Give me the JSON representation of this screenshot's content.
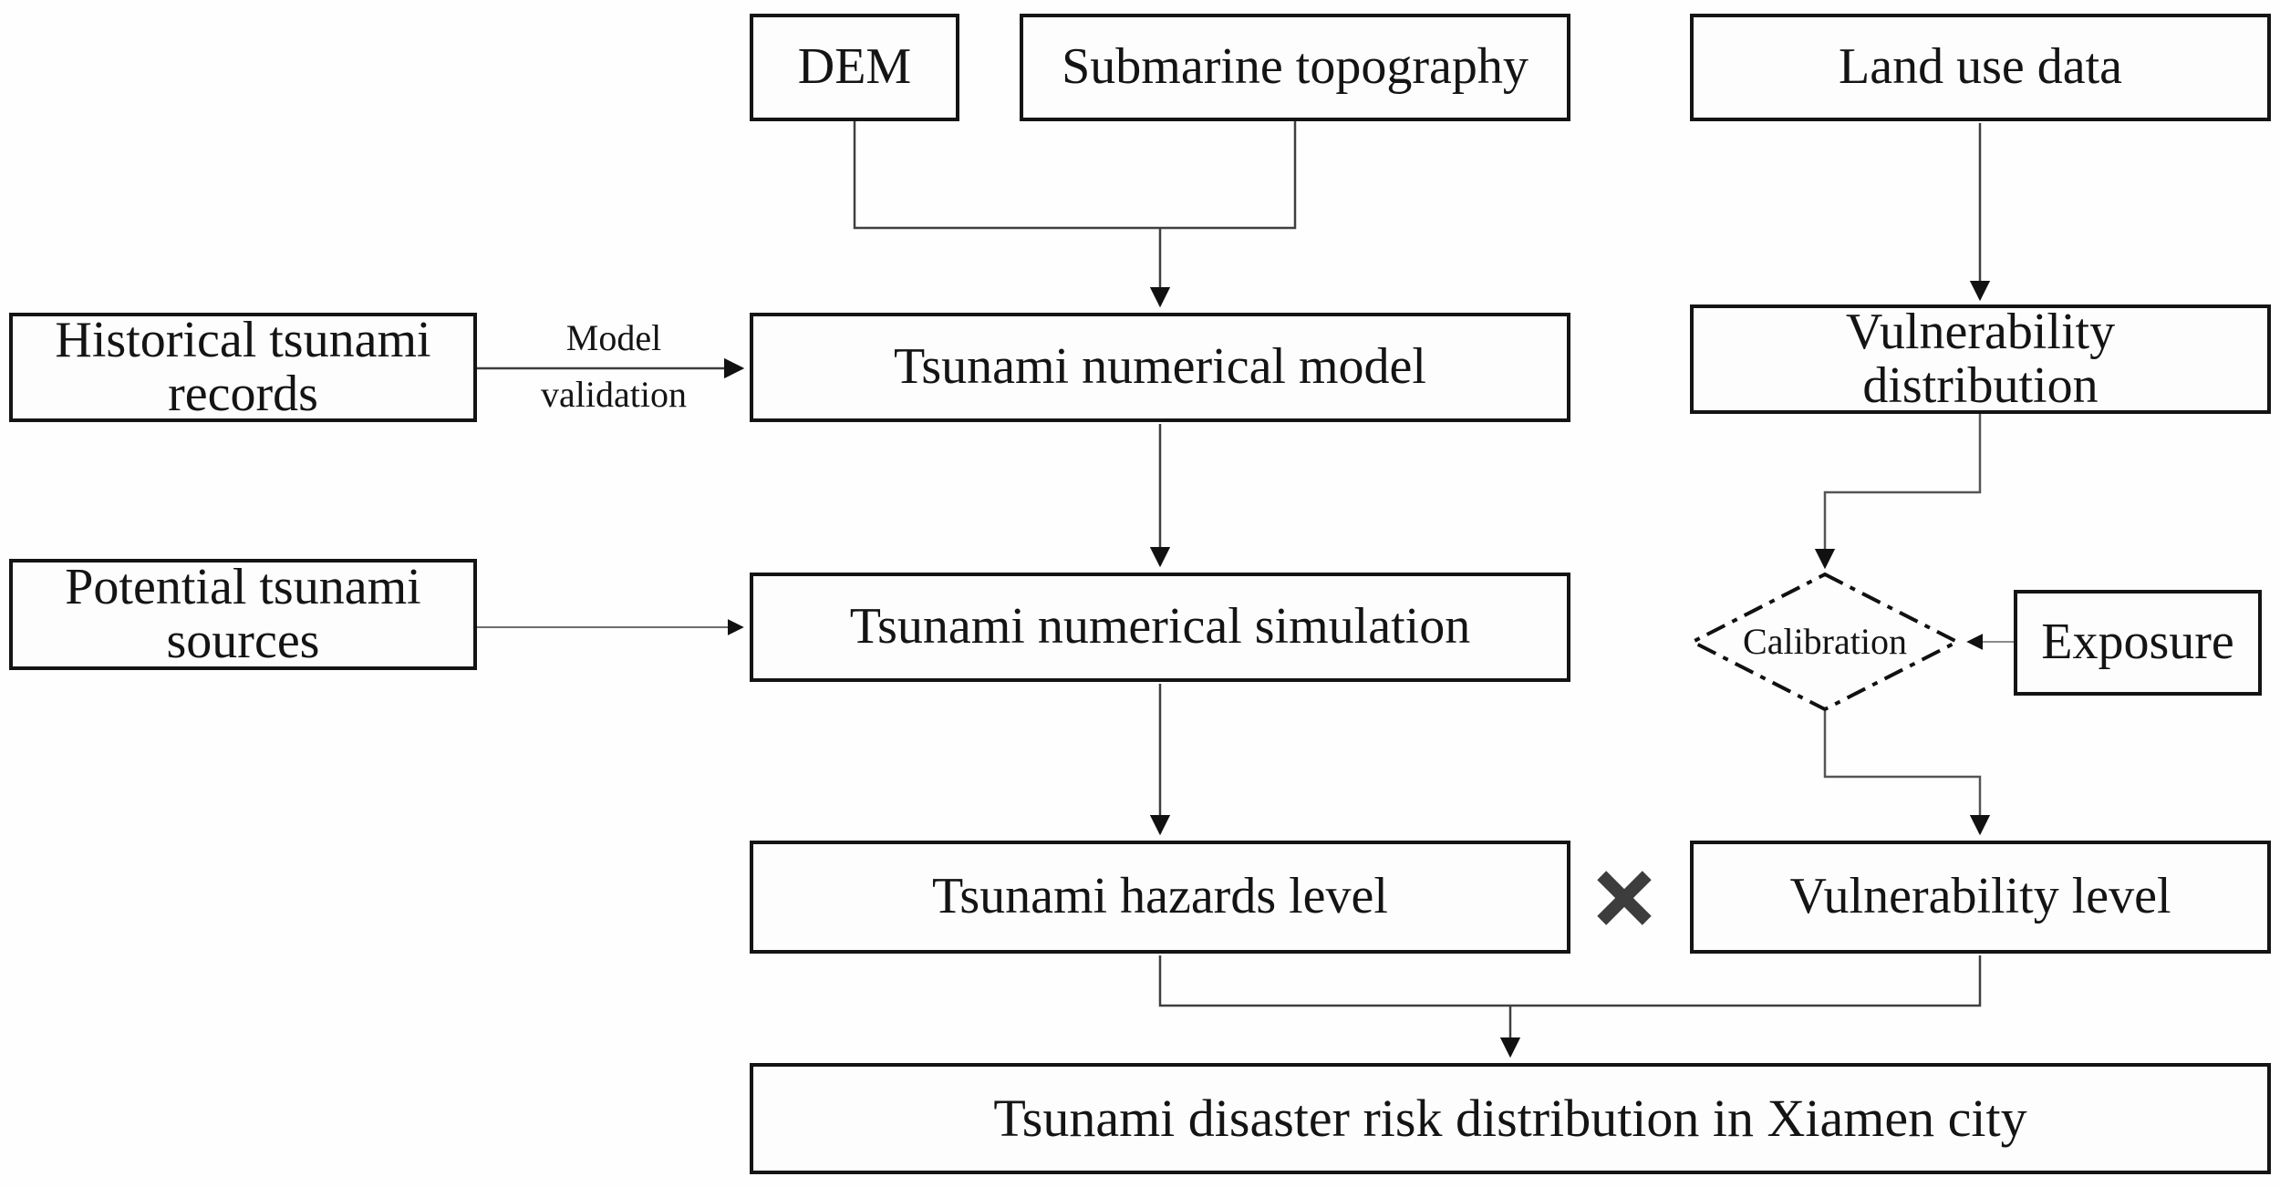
{
  "nodes": {
    "dem": {
      "label": "DEM"
    },
    "submarine_topography": {
      "label": "Submarine topography"
    },
    "land_use_data": {
      "label": "Land use data"
    },
    "historical_tsunami_records": {
      "label": "Historical tsunami records"
    },
    "tsunami_numerical_model": {
      "label": "Tsunami numerical model"
    },
    "vulnerability_distribution": {
      "label": "Vulnerability distribution"
    },
    "potential_tsunami_sources": {
      "label": "Potential tsunami sources"
    },
    "tsunami_numerical_simulation": {
      "label": "Tsunami numerical simulation"
    },
    "calibration": {
      "label": "Calibration"
    },
    "exposure": {
      "label": "Exposure"
    },
    "tsunami_hazards_level": {
      "label": "Tsunami hazards level"
    },
    "vulnerability_level": {
      "label": "Vulnerability level"
    },
    "risk_distribution": {
      "label": "Tsunami disaster risk distribution in Xiamen city"
    }
  },
  "edge_labels": {
    "model_validation": "Model validation"
  },
  "operators": {
    "multiply": "✕"
  },
  "colors": {
    "border": "#141414",
    "line": "#3f3f3f",
    "arrowhead": "#111111",
    "background": "#fefefe",
    "text": "#141414",
    "multiply": "#3d3d3d"
  }
}
